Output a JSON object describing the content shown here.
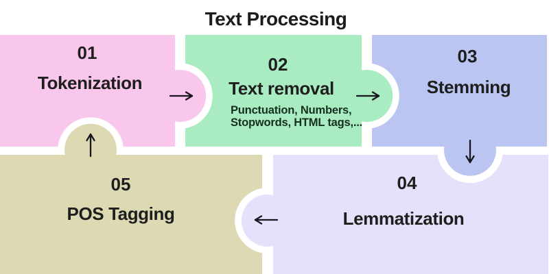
{
  "title": "Text Processing",
  "blocks": {
    "b1": {
      "number": "01",
      "label": "Tokenization",
      "color": "#f9c7ec"
    },
    "b2": {
      "number": "02",
      "label": "Text removal",
      "subline1": "Punctuation, Numbers,",
      "subline2": "Stopwords, HTML tags,...",
      "color": "#a9ecc2"
    },
    "b3": {
      "number": "03",
      "label": "Stemming",
      "color": "#bbc5f1"
    },
    "b4": {
      "number": "04",
      "label": "Lemmatization",
      "color": "#e7e0fa"
    },
    "b5": {
      "number": "05",
      "label": "POS Tagging",
      "color": "#dcd9b3"
    }
  },
  "arrows": {
    "color": "#16161f",
    "sequence": [
      "01→02",
      "02→03",
      "03→04",
      "04→05",
      "05→01"
    ]
  },
  "text_color": "#1e1e1e",
  "background_color": "#ffffff"
}
